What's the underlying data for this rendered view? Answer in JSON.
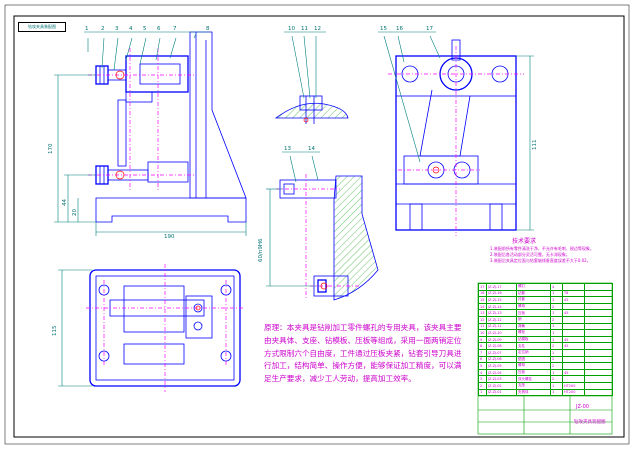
{
  "colors": {
    "outline": "#0000ff",
    "centerline": "#ff00ff",
    "dimension": "#008080",
    "hatch": "#00a000",
    "annotation": "#cc00cc",
    "background": "#ffffff"
  },
  "corner_label": "钻攻夹具装配图",
  "front_view": {
    "callouts": [
      "1",
      "2",
      "3",
      "4",
      "5",
      "6",
      "7",
      "8"
    ],
    "dim_overall_height": "170",
    "dim_mid_height": "44",
    "dim_lower": "20",
    "dim_width": "190"
  },
  "detail_a": {
    "callouts": [
      "10",
      "11",
      "12"
    ]
  },
  "section_view": {
    "callouts": [
      "13",
      "14"
    ],
    "dim_vertical": "60/n9H6"
  },
  "side_view": {
    "callouts": [
      "15",
      "16",
      "17"
    ],
    "dim_height": "111"
  },
  "plan_view": {
    "dim_left": "115"
  },
  "technical_requirements": {
    "title": "技术要求",
    "items": [
      "1.装配前所有零件清洗干净，不允许有毛刺、锐边等现象。",
      "2.装配后各活动部分灵活可靠，无卡滞现象。",
      "3.装配后夹具定位面与钻套轴线垂直度误差不大于0.02。"
    ]
  },
  "note": "原理：本夹具是钻削加工零件螺孔的专用夹具，该夹具主要由夹具体、支座、钻模板、压板等组成，采用一面两销定位方式限制六个自由度，工件通过压板夹紧，钻套引导刀具进行加工，结构简单、操作方便，能够保证加工精度，可以满足生产要求，减少工人劳动，提高加工效率。",
  "bom_rows": [
    [
      "17",
      "JZ-ZJ-17",
      "螺钉",
      "4",
      "",
      ""
    ],
    [
      "16",
      "JZ-ZJ-16",
      "钻套",
      "1",
      "T8",
      ""
    ],
    [
      "15",
      "JZ-ZJ-15",
      "衬套",
      "1",
      "45",
      ""
    ],
    [
      "14",
      "JZ-ZJ-14",
      "螺母",
      "2",
      "",
      ""
    ],
    [
      "13",
      "JZ-ZJ-13",
      "压板",
      "1",
      "45",
      ""
    ],
    [
      "12",
      "JZ-ZJ-12",
      "销",
      "2",
      "",
      ""
    ],
    [
      "11",
      "JZ-ZJ-11",
      "弹簧",
      "1",
      "",
      ""
    ],
    [
      "10",
      "JZ-ZJ-10",
      "螺栓",
      "1",
      "",
      ""
    ],
    [
      "9",
      "JZ-ZJ-09",
      "钻模板",
      "1",
      "45",
      ""
    ],
    [
      "8",
      "JZ-ZJ-08",
      "支柱",
      "2",
      "45",
      ""
    ],
    [
      "7",
      "JZ-ZJ-07",
      "定位销",
      "1",
      "",
      ""
    ],
    [
      "6",
      "JZ-ZJ-06",
      "垫圈",
      "2",
      "",
      ""
    ],
    [
      "5",
      "JZ-ZJ-05",
      "螺母",
      "2",
      "",
      ""
    ],
    [
      "4",
      "JZ-ZJ-04",
      "压板",
      "1",
      "45",
      ""
    ],
    [
      "3",
      "JZ-ZJ-03",
      "双头螺柱",
      "2",
      "",
      ""
    ],
    [
      "2",
      "JZ-ZJ-02",
      "支座",
      "1",
      "HT200",
      ""
    ],
    [
      "1",
      "JZ-ZJ-01",
      "夹具体",
      "1",
      "HT200",
      ""
    ]
  ],
  "title_block": {
    "code": "JZ-00",
    "name": "钻攻夹具装配图"
  }
}
